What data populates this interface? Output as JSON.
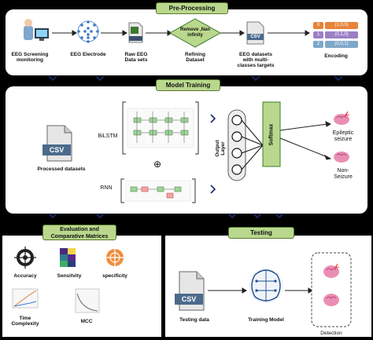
{
  "colors": {
    "accent_green": "#b9d88d",
    "dark_green": "#3d7a2b",
    "navy": "#1a2a6c",
    "csv_blue": "#4b6b8c"
  },
  "preprocessing": {
    "banner": "Pre-Processing",
    "steps": [
      {
        "label": "EEG Screening\nmonitoring",
        "icon": "doctor-monitor-icon"
      },
      {
        "label": "EEG Electrode",
        "icon": "electrode-globe-icon"
      },
      {
        "label": "Raw EEG\nData sets",
        "icon": "csv-file-icon"
      },
      {
        "label": "Refining\nDataset",
        "icon": "diamond-process-icon"
      },
      {
        "label": "EEG datasets\nwith multi-\nclasses targets",
        "icon": "csv-file-icon"
      },
      {
        "label": "Encoding",
        "icon": "encoding-table-icon"
      }
    ],
    "diamond_text": "Remove ,Nan\ninfinity",
    "csv_text": "CSV",
    "encoding_rows": [
      {
        "index": "0",
        "value": "(1,0,0)",
        "color": "#e8833a"
      },
      {
        "index": "1",
        "value": "(0,1,0)",
        "color": "#9b7fc4"
      },
      {
        "index": "2",
        "value": "(0,0,1)",
        "color": "#7ea8c9"
      }
    ]
  },
  "training": {
    "banner": "Model Training",
    "processed_label": "Processed datasets",
    "bilstm_label": "BiLSTM",
    "rnn_label": "RNN",
    "plus": "⊕",
    "output_layer_label": "Output\nLayer",
    "softmax_label": "Softmax",
    "outputs": [
      "Epileptic\nseizure",
      "Non-\nSeizure"
    ]
  },
  "evaluation": {
    "banner": "Evaluation and\nComparative Matrices",
    "metrics": [
      {
        "label": "Accuracy",
        "icon": "target-icon"
      },
      {
        "label": "Sensitvity",
        "icon": "heatmap-icon"
      },
      {
        "label": "specificity",
        "icon": "crosshair-icon"
      },
      {
        "label": "Time\nComplexity",
        "icon": "time-plot-icon"
      },
      {
        "label": "MCC",
        "icon": "mcc-curve-icon"
      }
    ]
  },
  "testing": {
    "banner": "Testing",
    "testing_data_label": "Testing  data",
    "training_model_label": "Training Model",
    "detection_label": "Detection"
  }
}
